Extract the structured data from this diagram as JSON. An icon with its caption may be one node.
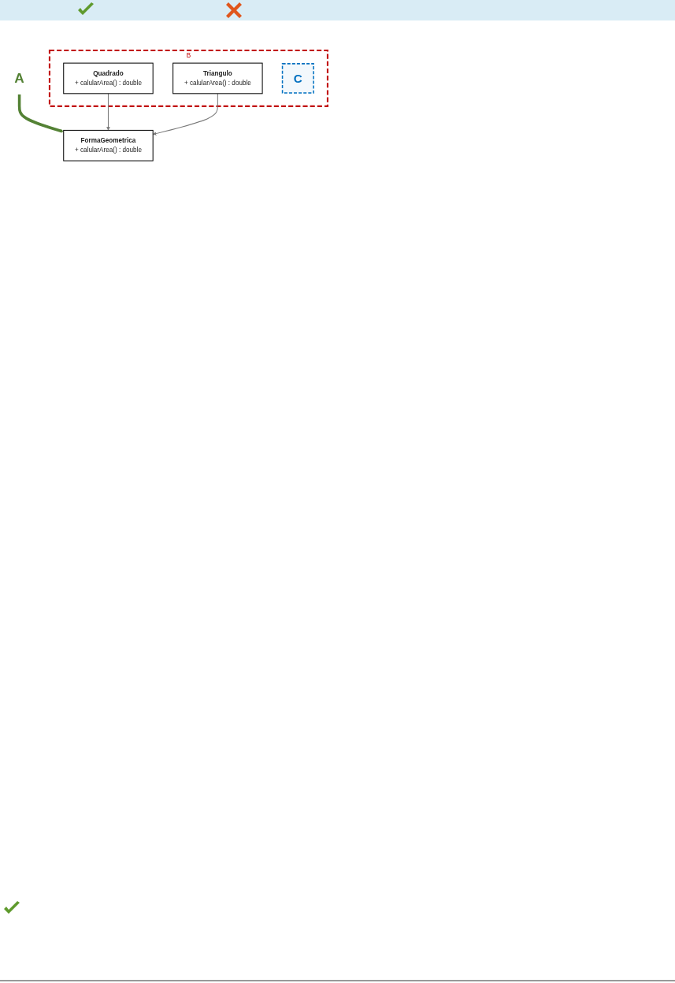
{
  "diagram": {
    "nodes": [
      {
        "text": [
          "A"
        ]
      },
      {
        "text": [
          "FormaGeometrica",
          "+ calularArea() : double"
        ]
      },
      {
        "text": [
          "B"
        ]
      },
      {
        "text": [
          "Quadrado",
          "+ calularArea() : double"
        ],
        "in": 2
      },
      {
        "text": [
          "Triangulo",
          "+ calularArea() : double"
        ],
        "in": 2
      },
      {
        "text": [
          "C"
        ],
        "in": 2
      }
    ],
    "edges": [
      {
        "from": 0,
        "to": 1,
        "arrow": "to",
        "style": "thick",
        "color": "#548235"
      },
      {
        "from": 3,
        "to": 1,
        "arrow": "to"
      },
      {
        "from": 4,
        "to": 1,
        "arrow": "to"
      }
    ]
  }
}
